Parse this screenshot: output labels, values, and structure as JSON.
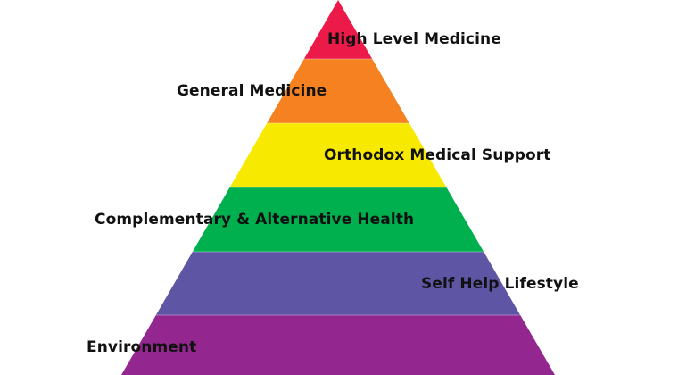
{
  "pyramid": {
    "tiers": [
      {
        "label": "High Level Medicine",
        "color": "#ec1a48"
      },
      {
        "label": "General Medicine",
        "color": "#f58120"
      },
      {
        "label": "Orthodox Medical Support",
        "color": "#f7ea00"
      },
      {
        "label": "Complementary & Alternative Health",
        "color": "#00b04f"
      },
      {
        "label": "Self Help Lifestyle",
        "color": "#5f55a5"
      },
      {
        "label": "Environment",
        "color": "#93278f"
      }
    ]
  }
}
